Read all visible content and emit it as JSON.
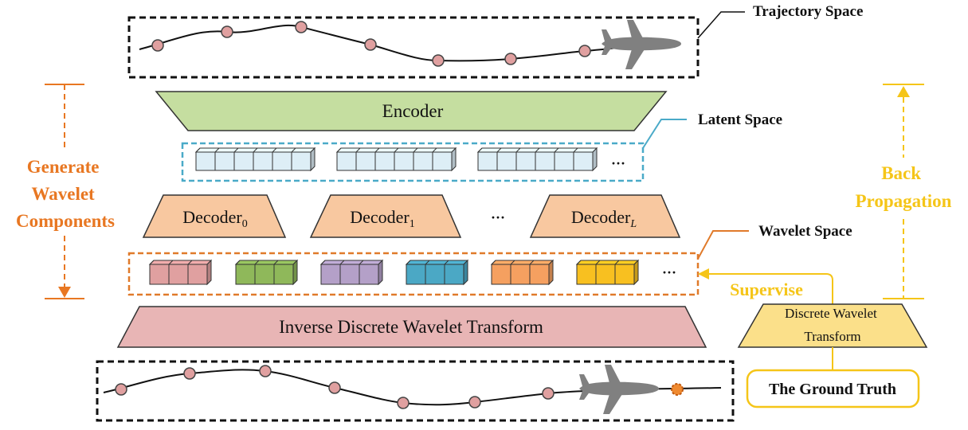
{
  "labels": {
    "trajectory_space": "Trajectory Space",
    "latent_space": "Latent Space",
    "wavelet_space": "Wavelet Space",
    "encoder": "Encoder",
    "decoder_text": "Decoder",
    "decoder_0_sub": "0",
    "decoder_1_sub": "1",
    "decoder_L_sub": "L",
    "decoder_ellipsis": "···",
    "latent_ellipsis": "···",
    "wavelet_ellipsis": "···",
    "idwt": "Inverse Discrete Wavelet Transform",
    "generate_lines": [
      "Generate",
      "Wavelet",
      "Components"
    ],
    "backprop_lines": [
      "Back",
      "Propagation"
    ],
    "supervise": "Supervise",
    "dwt_lines": [
      "Discrete Wavelet",
      "Transform"
    ],
    "ground_truth": "The Ground Truth"
  },
  "colors": {
    "encoder_fill": "#c5dea0",
    "decoder_fill": "#f8c8a0",
    "idwt_fill": "#e8b5b5",
    "dwt_fill": "#fbe08a",
    "latent_cell": "#ddeef6",
    "latent_border": "#4aaac8",
    "wavelet_border": "#e07a2a",
    "orange_text": "#e87722",
    "yellow_text": "#f5c518",
    "point_fill": "#e0a0a0",
    "airplane": "#808080",
    "wavelet_blocks": [
      "#e0a0a0",
      "#8fb85a",
      "#b4a0c8",
      "#4ba8c5",
      "#f5a060",
      "#f8c020"
    ]
  },
  "icons": {
    "airplane": "airplane-icon",
    "predicted_point": "predicted-point-icon"
  }
}
